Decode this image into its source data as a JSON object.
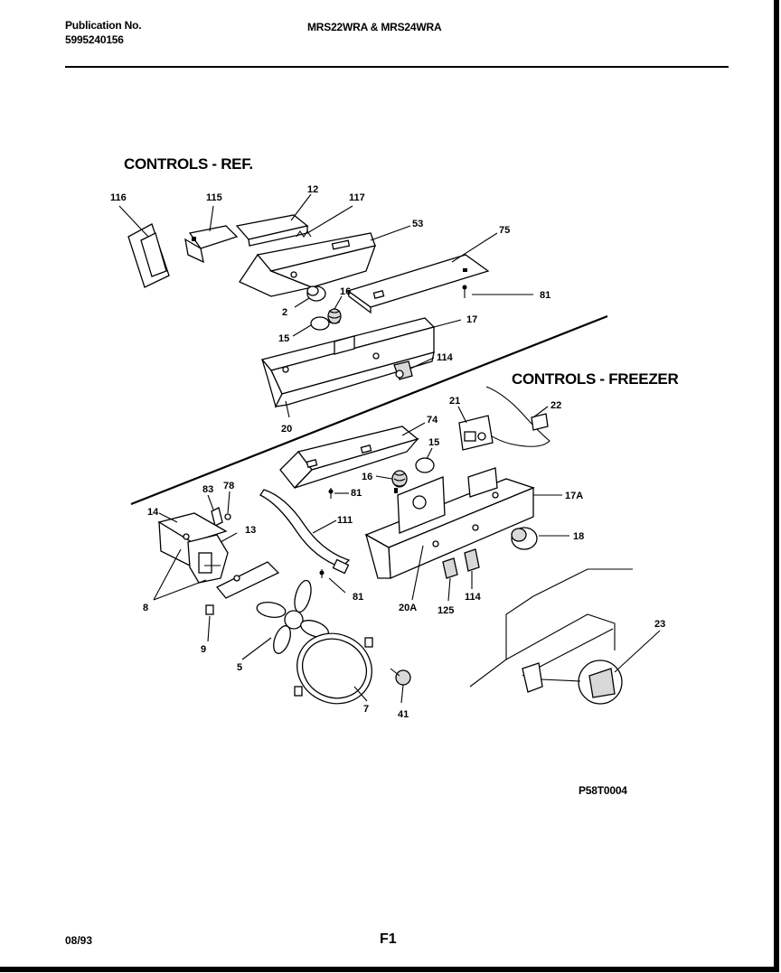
{
  "header": {
    "publication_label": "Publication No.",
    "publication_number": "5995240156",
    "models": "MRS22WRA & MRS24WRA"
  },
  "sections": {
    "ref": "CONTROLS - REF.",
    "freezer": "CONTROLS - FREEZER"
  },
  "callouts": {
    "c116": "116",
    "c115": "115",
    "c12": "12",
    "c117": "117",
    "c53": "53",
    "c75": "75",
    "c81a": "81",
    "c2": "2",
    "c16a": "16",
    "c15a": "15",
    "c17": "17",
    "c114a": "114",
    "c20": "20",
    "c21": "21",
    "c22": "22",
    "c74": "74",
    "c15b": "15",
    "c16b": "16",
    "c81b": "81",
    "c83": "83",
    "c78": "78",
    "c14": "14",
    "c13": "13",
    "c111": "111",
    "c17A": "17A",
    "c18": "18",
    "c8": "8",
    "c81c": "81",
    "c20A": "20A",
    "c125": "125",
    "c114b": "114",
    "c9": "9",
    "c5": "5",
    "c7": "7",
    "c41": "41",
    "c23": "23"
  },
  "figure_code": "P58T0004",
  "footer": {
    "date": "08/93",
    "page": "F1"
  }
}
